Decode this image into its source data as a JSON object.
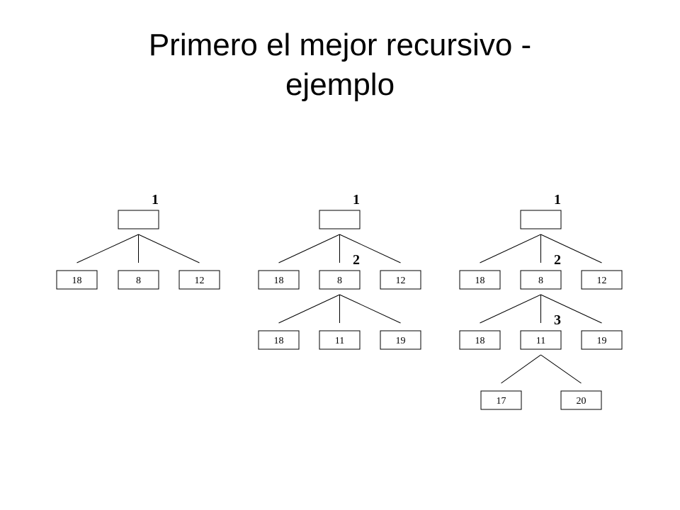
{
  "title": {
    "line1": "Primero el mejor recursivo -",
    "line2": "ejemplo"
  },
  "trees": [
    {
      "steps": [
        "1"
      ],
      "root": "",
      "level1": [
        "18",
        "8",
        "12"
      ]
    },
    {
      "steps": [
        "1",
        "2"
      ],
      "root": "",
      "level1": [
        "18",
        "8",
        "12"
      ],
      "level2": [
        "18",
        "11",
        "19"
      ]
    },
    {
      "steps": [
        "1",
        "2",
        "3"
      ],
      "root": "",
      "level1": [
        "18",
        "8",
        "12"
      ],
      "level2": [
        "18",
        "11",
        "19"
      ],
      "level3": [
        "17",
        "20"
      ]
    }
  ]
}
